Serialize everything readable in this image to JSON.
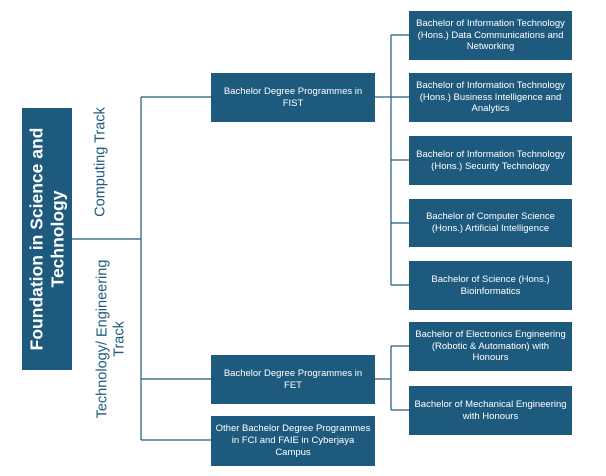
{
  "root": {
    "label": "Foundation in Science and Technology"
  },
  "tracks": {
    "computing": "Computing Track",
    "engineering": "Technology/ Engineering Track"
  },
  "mid": {
    "fist": "Bachelor Degree Programmes in FIST",
    "fet": "Bachelor Degree Programmes in FET",
    "other": "Other Bachelor Degree Programmes in FCI and FAIE in Cyberjaya Campus"
  },
  "programmes": {
    "fist": [
      "Bachelor of Information Technology (Hons.) Data Communications and Networking",
      "Bachelor of Information Technology (Hons.) Business Intelligence and Analytics",
      "Bachelor of Information Technology (Hons.) Security Technology",
      "Bachelor of Computer Science (Hons.) Artificial Intelligence",
      "Bachelor of Science (Hons.) Bioinformatics"
    ],
    "fet": [
      "Bachelor of Electronics Engineering (Robotic & Automation) with Honours",
      "Bachelor of Mechanical Engineering with Honours"
    ]
  },
  "colors": {
    "box": "#1d5a7e",
    "line": "#1d5a7e",
    "text": "#ffffff"
  }
}
